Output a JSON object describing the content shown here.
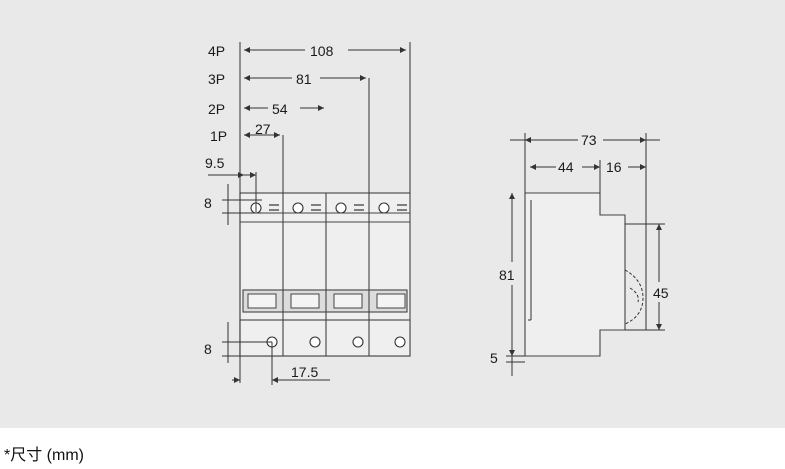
{
  "front_view": {
    "pole_labels": [
      "4P",
      "3P",
      "2P",
      "1P"
    ],
    "width_4p": "108",
    "width_3p": "81",
    "width_2p": "54",
    "width_1p": "27",
    "terminal_offset": "9.5",
    "top_terminal_height": "8",
    "bottom_terminal_height": "8",
    "pole_pitch": "17.5"
  },
  "side_view": {
    "total_depth": "73",
    "depth_front": "44",
    "depth_step": "16",
    "height": "81",
    "rail_height": "45",
    "bottom_offset": "5"
  },
  "footnote": "*尺寸 (mm)"
}
